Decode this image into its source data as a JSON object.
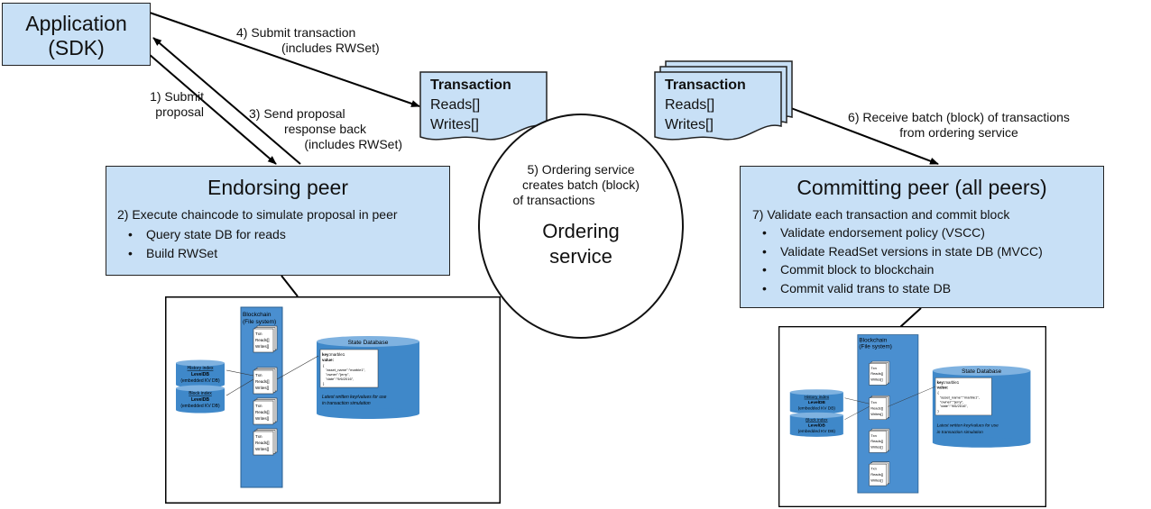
{
  "application": {
    "line1": "Application",
    "line2": "(SDK)"
  },
  "steps": {
    "s1_line1": "1) Submit",
    "s1_line2": "proposal",
    "s3_line1": "3) Send proposal",
    "s3_line2": "response back",
    "s3_line3": "(includes RWSet)",
    "s4_line1": "4) Submit transaction",
    "s4_line2": "(includes RWSet)",
    "s6_line1": "6) Receive batch (block) of transactions",
    "s6_line2": "from ordering service"
  },
  "transaction_left": {
    "title": "Transaction",
    "reads": "Reads[]",
    "writes": "Writes[]"
  },
  "transaction_right": {
    "title": "Transaction",
    "reads": "Reads[]",
    "writes": "Writes[]"
  },
  "ordering": {
    "step_line1": "5) Ordering service",
    "step_line2": "creates batch (block)",
    "step_line3": "of transactions",
    "name_line1": "Ordering",
    "name_line2": "service"
  },
  "endorsing": {
    "title": "Endorsing peer",
    "step": "2) Execute chaincode to simulate proposal in peer",
    "bullets": [
      "Query state DB for reads",
      "Build RWSet"
    ]
  },
  "committing": {
    "title": "Committing peer (all peers)",
    "step": "7) Validate each transaction and commit block",
    "bullets": [
      "Validate endorsement policy (VSCC)",
      "Validate ReadSet versions in state DB (MVCC)",
      "Commit block to blockchain",
      "Commit valid trans to state DB"
    ]
  },
  "mini": {
    "blockchain_line1": "Blockchain",
    "blockchain_line2": "(File system)",
    "state_db": "State Database",
    "history_index": "History index",
    "block_index": "Block index",
    "leveldb": "LevelDB",
    "embedded": "(embedded KV DB)",
    "txn": "Txn",
    "reads": "Reads[]",
    "writes": "Writes[]",
    "key": "key:",
    "key_value": "marble1",
    "value": "value:",
    "json_line1": "{",
    "json_line2": "\"asset_name\":\"marble1\",",
    "json_line3": "\"owner\":\"jerry\",",
    "json_line4": "\"date\":\"9/6/2016\",",
    "json_line5": "}",
    "caption_line1": "Latest written key/values for use",
    "caption_line2": "in transaction simulation"
  },
  "colors": {
    "box_fill": "#c8e0f6",
    "cyl_fill": "#3f88c9",
    "column_fill": "#4a8fd0"
  }
}
